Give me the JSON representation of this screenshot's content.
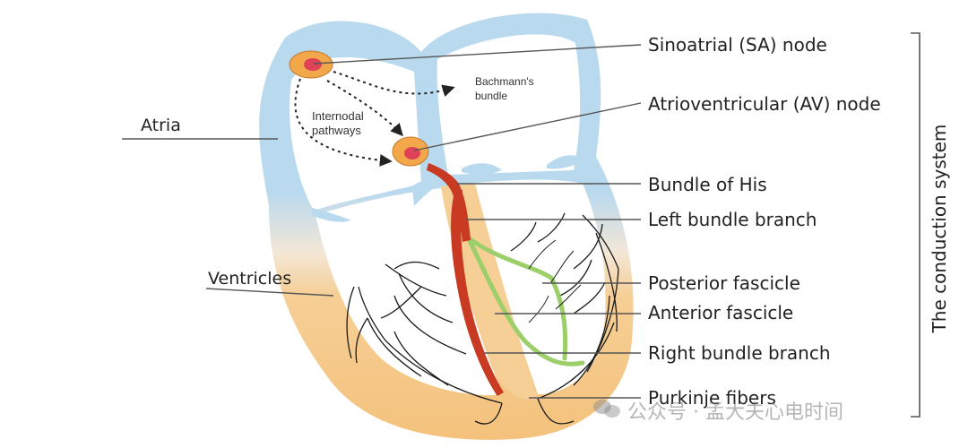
{
  "labels": {
    "sa_node": "Sinoatrial (SA) node",
    "av_node": "Atrioventricular (AV) node",
    "bundle_of_his": "Bundle of His",
    "left_bundle_branch": "Left bundle branch",
    "posterior_fascicle": "Posterior fascicle",
    "anterior_fascicle": "Anterior fascicle",
    "right_bundle_branch": "Right bundle branch",
    "purkinje_fibers": "Purkinje fibers",
    "atria": "Atria",
    "ventricles": "Ventricles",
    "internodal_line1": "Internodal",
    "internodal_line2": "pathways",
    "bachmann_line1": "Bachmann's",
    "bachmann_line2": "bundle",
    "conduction_system": "The conduction system"
  },
  "watermark": {
    "text": "公众号 · 孟大夫心电时间",
    "icon": "wechat-icon"
  },
  "colors": {
    "atria_wall": "#b9d9ee",
    "ventricle_wall": "#f6cf96",
    "node_fill": "#f2a74a",
    "node_core": "#d9285a",
    "his_bundle": "#c83a22",
    "left_fascicles": "#9ccf6a",
    "purkinje": "#1a1a1a",
    "leader_line": "#555555"
  }
}
